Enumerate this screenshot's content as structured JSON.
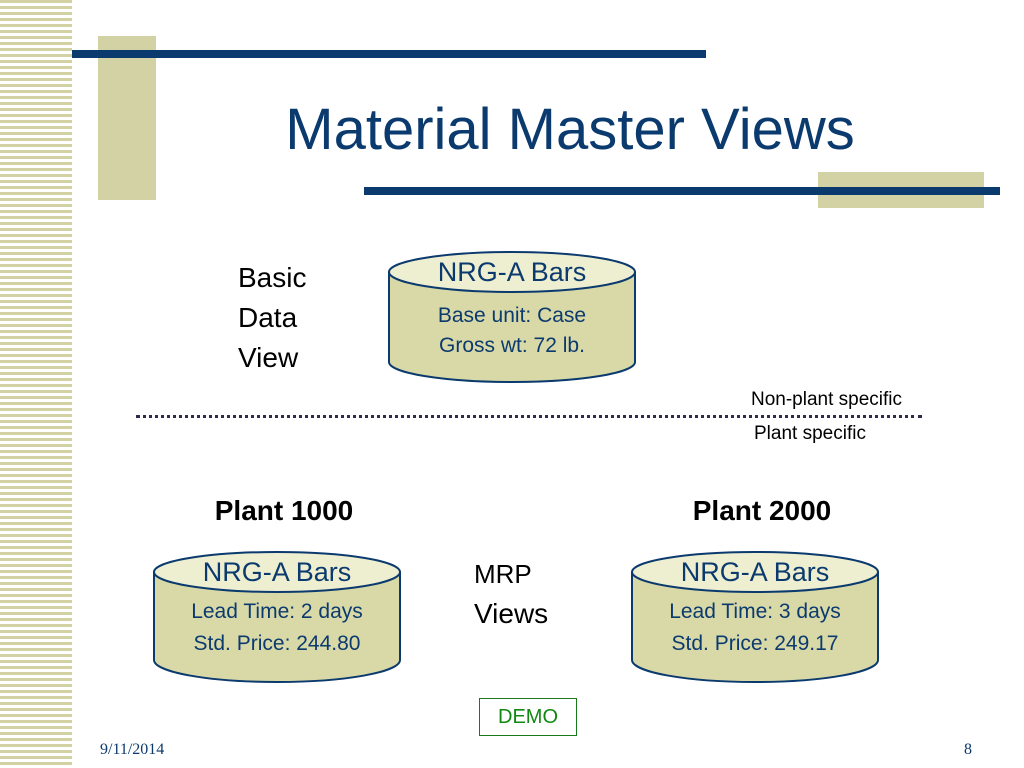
{
  "slide": {
    "title": "Material Master Views",
    "basic_view_label": [
      "Basic",
      "Data",
      "View"
    ],
    "non_plant_specific": "Non-plant specific",
    "plant_specific": "Plant specific",
    "mrp_views_label": [
      "MRP",
      "Views"
    ],
    "demo_button": "DEMO",
    "footer_date": "9/11/2014",
    "page_number": "8"
  },
  "basic_cylinder": {
    "title": "NRG-A Bars",
    "line1": "Base unit: Case",
    "line2": "Gross wt: 72 lb."
  },
  "plants": [
    {
      "heading": "Plant 1000",
      "title": "NRG-A Bars",
      "line1": "Lead Time:  2 days",
      "line2": "Std. Price: 244.80"
    },
    {
      "heading": "Plant 2000",
      "title": "NRG-A Bars",
      "line1": "Lead Time:  3 days",
      "line2": "Std. Price: 249.17"
    }
  ],
  "colors": {
    "navy": "#0b3a6e",
    "olive": "#d2d2a4",
    "cylinder_fill": "#d9d9a8",
    "cylinder_top": "#eeeed0",
    "demo_green": "#118811"
  }
}
